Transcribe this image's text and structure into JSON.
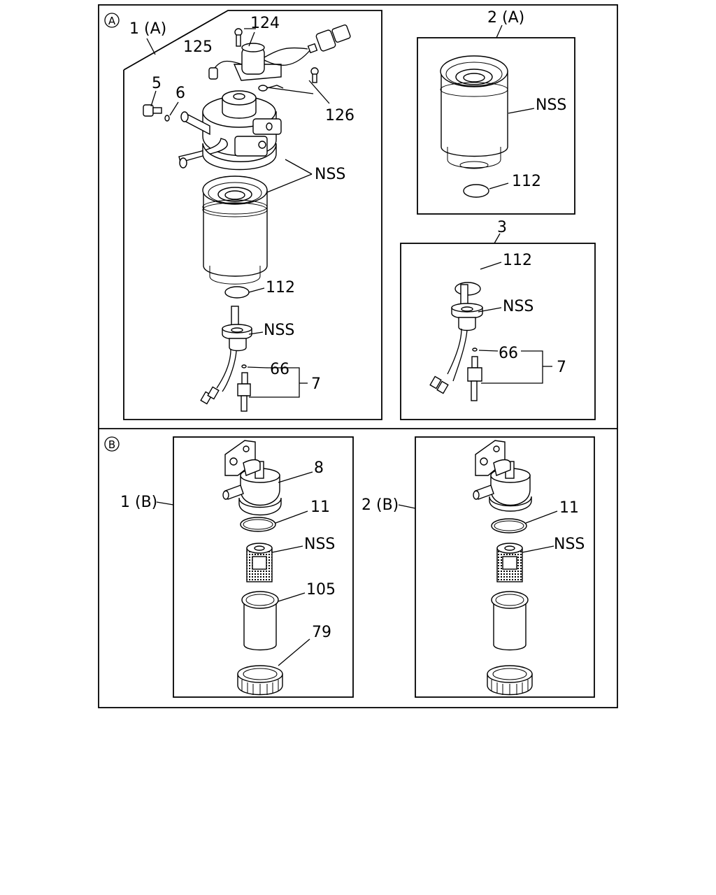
{
  "section_markers": {
    "a": "A",
    "b": "B"
  },
  "assemblies": {
    "a1": "1 (A)",
    "a2": "2 (A)",
    "a3": "3",
    "b1": "1 (B)",
    "b2": "2 (B)"
  },
  "callouts": {
    "a1": {
      "p124": "124",
      "p125": "125",
      "p126": "126",
      "p5": "5",
      "p6": "6",
      "nss_head": "NSS",
      "p112": "112",
      "nss_sensor": "NSS",
      "p66": "66",
      "p7": "7"
    },
    "a2": {
      "nss": "NSS",
      "p112": "112"
    },
    "a3": {
      "p112": "112",
      "nss": "NSS",
      "p66": "66",
      "p7": "7"
    },
    "b1": {
      "p8": "8",
      "p11": "11",
      "nss": "NSS",
      "p105": "105",
      "p79": "79"
    },
    "b2": {
      "p11": "11",
      "nss": "NSS"
    }
  }
}
